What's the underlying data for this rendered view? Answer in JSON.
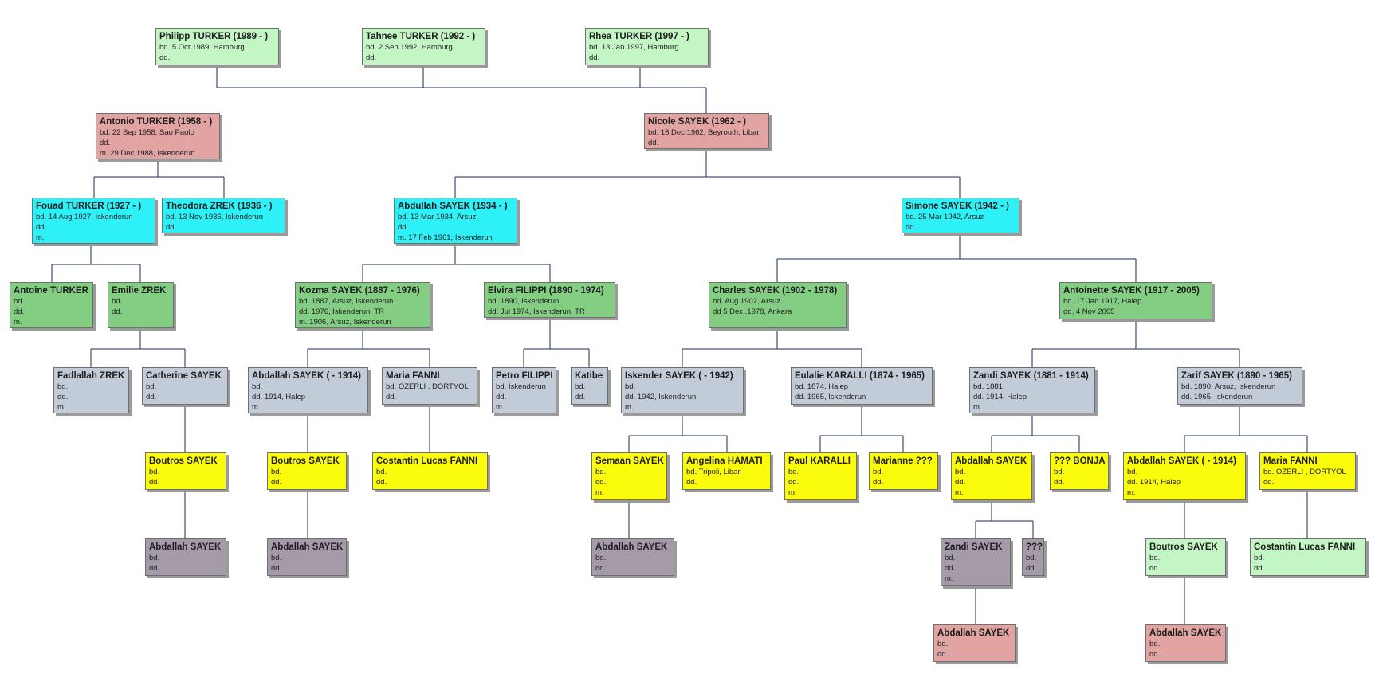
{
  "tree": {
    "people": [
      {
        "id": "philipp",
        "name": "Philipp TURKER (1989 - )",
        "lines": [
          "bd. 5 Oct 1989, Hamburg",
          "dd."
        ],
        "color": "#c4f5c4"
      },
      {
        "id": "tahnee",
        "name": "Tahnee TURKER (1992 - )",
        "lines": [
          "bd. 2 Sep 1992, Hamburg",
          "dd."
        ],
        "color": "#c4f5c4"
      },
      {
        "id": "rhea",
        "name": "Rhea TURKER (1997 - )",
        "lines": [
          "bd. 13 Jan 1997, Hamburg",
          "dd."
        ],
        "color": "#c4f5c4"
      },
      {
        "id": "antonio",
        "name": "Antonio TURKER (1958 - )",
        "lines": [
          "bd. 22 Sep 1958, Sao Paolo",
          "dd.",
          "m. 29 Dec 1988, Iskenderun"
        ],
        "color": "#e2a3a3"
      },
      {
        "id": "nicole",
        "name": "Nicole SAYEK (1962 - )",
        "lines": [
          "bd. 16 Dec 1962, Beyrouth, Liban",
          "dd."
        ],
        "color": "#e2a3a3"
      },
      {
        "id": "fouad",
        "name": "Fouad TURKER (1927 - )",
        "lines": [
          "bd. 14 Aug 1927, Iskenderun",
          "dd.",
          "m."
        ],
        "color": "#2ef0f7"
      },
      {
        "id": "theodora",
        "name": "Theodora ZREK (1936 - )",
        "lines": [
          "bd. 13 Nov 1936, Iskenderun",
          "dd."
        ],
        "color": "#2ef0f7"
      },
      {
        "id": "abdullah1934",
        "name": "Abdullah SAYEK (1934 - )",
        "lines": [
          "bd. 13 Mar 1934, Arsuz",
          "dd.",
          "m. 17 Feb 1961, Iskenderun"
        ],
        "color": "#2ef0f7"
      },
      {
        "id": "simone",
        "name": "Simone SAYEK (1942 - )",
        "lines": [
          "bd. 25 Mar 1942, Arsuz",
          "dd."
        ],
        "color": "#2ef0f7"
      },
      {
        "id": "antoine",
        "name": "Antoine TURKER",
        "lines": [
          "bd.",
          "dd.",
          "m."
        ],
        "color": "#84ce84"
      },
      {
        "id": "emilie",
        "name": "Emilie ZREK",
        "lines": [
          "bd.",
          "dd."
        ],
        "color": "#84ce84"
      },
      {
        "id": "kozma",
        "name": "Kozma SAYEK (1887 - 1976)",
        "lines": [
          "bd. 1887, Arsuz, Iskenderun",
          "dd. 1976, Iskenderun, TR",
          "m. 1906, Arsuz, Iskenderun"
        ],
        "color": "#84ce84"
      },
      {
        "id": "elvira",
        "name": "Elvira FILIPPI (1890 - 1974)",
        "lines": [
          "bd. 1890, Iskenderun",
          "dd. Jul 1974, Iskenderun, TR"
        ],
        "color": "#84ce84"
      },
      {
        "id": "charles",
        "name": "Charles SAYEK (1902 - 1978)",
        "lines": [
          "bd. Aug 1902, Arsuz",
          "dd 5 Dec..1978, Ankara"
        ],
        "color": "#84ce84"
      },
      {
        "id": "antoinette",
        "name": "Antoinette SAYEK (1917 - 2005)",
        "lines": [
          "bd. 17 Jan 1917, Halep",
          "dd. 4 Nov 2005"
        ],
        "color": "#84ce84"
      },
      {
        "id": "fadlallah",
        "name": "Fadlallah ZREK",
        "lines": [
          "bd.",
          "dd.",
          "m."
        ],
        "color": "#c2ccd8"
      },
      {
        "id": "catherine",
        "name": "Catherine SAYEK",
        "lines": [
          "bd.",
          "dd."
        ],
        "color": "#c2ccd8"
      },
      {
        "id": "abdallah1914a",
        "name": "Abdallah SAYEK ( - 1914)",
        "lines": [
          "bd.",
          "dd. 1914, Halep",
          "m."
        ],
        "color": "#c2ccd8"
      },
      {
        "id": "mariafanni1",
        "name": "Maria FANNI",
        "lines": [
          "bd. OZERLI , DORTYOL",
          "dd."
        ],
        "color": "#c2ccd8"
      },
      {
        "id": "petro",
        "name": "Petro FILIPPI",
        "lines": [
          "bd. Iskenderun",
          "dd.",
          "m."
        ],
        "color": "#c2ccd8"
      },
      {
        "id": "katibe",
        "name": "Katibe",
        "lines": [
          "bd.",
          "dd."
        ],
        "color": "#c2ccd8"
      },
      {
        "id": "iskender",
        "name": "Iskender SAYEK ( - 1942)",
        "lines": [
          "bd.",
          "dd. 1942, Iskenderun",
          "m."
        ],
        "color": "#c2ccd8"
      },
      {
        "id": "eulalie",
        "name": "Eulalie KARALLI (1874 - 1965)",
        "lines": [
          "bd. 1874, Halep",
          "dd. 1965, Iskenderun"
        ],
        "color": "#c2ccd8"
      },
      {
        "id": "zandi1881",
        "name": "Zandi SAYEK (1881 - 1914)",
        "lines": [
          "bd. 1881",
          "dd. 1914, Halep",
          "m."
        ],
        "color": "#c2ccd8"
      },
      {
        "id": "zarif",
        "name": "Zarif SAYEK (1890 - 1965)",
        "lines": [
          "bd. 1890, Arsuz, Iskenderun",
          "dd. 1965, Iskenderun"
        ],
        "color": "#c2ccd8"
      },
      {
        "id": "boutros1",
        "name": "Boutros SAYEK",
        "lines": [
          "bd.",
          "dd."
        ],
        "color": "#fbfb0c"
      },
      {
        "id": "boutros2",
        "name": "Boutros SAYEK",
        "lines": [
          "bd.",
          "dd."
        ],
        "color": "#fbfb0c"
      },
      {
        "id": "costantin1",
        "name": "Costantin Lucas FANNI",
        "lines": [
          "bd.",
          "dd."
        ],
        "color": "#fbfb0c"
      },
      {
        "id": "semaan",
        "name": "Semaan SAYEK",
        "lines": [
          "bd.",
          "dd.",
          "m."
        ],
        "color": "#fbfb0c"
      },
      {
        "id": "angelina",
        "name": "Angelina HAMATI",
        "lines": [
          "bd. Tripoli, Liban",
          "dd."
        ],
        "color": "#fbfb0c"
      },
      {
        "id": "paul",
        "name": "Paul KARALLI",
        "lines": [
          "bd.",
          "dd.",
          "m."
        ],
        "color": "#fbfb0c"
      },
      {
        "id": "marianne",
        "name": "Marianne ???",
        "lines": [
          "bd.",
          "dd."
        ],
        "color": "#fbfb0c"
      },
      {
        "id": "abdallahY",
        "name": "Abdallah SAYEK",
        "lines": [
          "bd.",
          "dd.",
          "m."
        ],
        "color": "#fbfb0c"
      },
      {
        "id": "bonja",
        "name": "??? BONJA",
        "lines": [
          "bd.",
          "dd."
        ],
        "color": "#fbfb0c"
      },
      {
        "id": "abdallah1914b",
        "name": "Abdallah SAYEK ( - 1914)",
        "lines": [
          "bd.",
          "dd. 1914, Halep",
          "m."
        ],
        "color": "#fbfb0c"
      },
      {
        "id": "mariafanni2",
        "name": "Maria FANNI",
        "lines": [
          "bd. OZERLI , DORTYOL",
          "dd."
        ],
        "color": "#fbfb0c"
      },
      {
        "id": "abdallahM1",
        "name": "Abdallah SAYEK",
        "lines": [
          "bd.",
          "dd."
        ],
        "color": "#a59aa8"
      },
      {
        "id": "abdallahM2",
        "name": "Abdallah SAYEK",
        "lines": [
          "bd.",
          "dd."
        ],
        "color": "#a59aa8"
      },
      {
        "id": "abdallahM3",
        "name": "Abdallah SAYEK",
        "lines": [
          "bd.",
          "dd."
        ],
        "color": "#a59aa8"
      },
      {
        "id": "zandiM",
        "name": "Zandi SAYEK",
        "lines": [
          "bd.",
          "dd.",
          "m."
        ],
        "color": "#a59aa8"
      },
      {
        "id": "qqqM",
        "name": "???",
        "lines": [
          "bd.",
          "dd."
        ],
        "color": "#a59aa8"
      },
      {
        "id": "boutros3",
        "name": "Boutros SAYEK",
        "lines": [
          "bd.",
          "dd."
        ],
        "color": "#c4f5c4"
      },
      {
        "id": "costantin2",
        "name": "Costantin Lucas FANNI",
        "lines": [
          "bd.",
          "dd."
        ],
        "color": "#c4f5c4"
      },
      {
        "id": "abdallahP1",
        "name": "Abdallah SAYEK",
        "lines": [
          "bd.",
          "dd."
        ],
        "color": "#e2a3a3"
      },
      {
        "id": "abdallahP2",
        "name": "Abdallah SAYEK",
        "lines": [
          "bd.",
          "dd."
        ],
        "color": "#e2a3a3"
      }
    ]
  }
}
